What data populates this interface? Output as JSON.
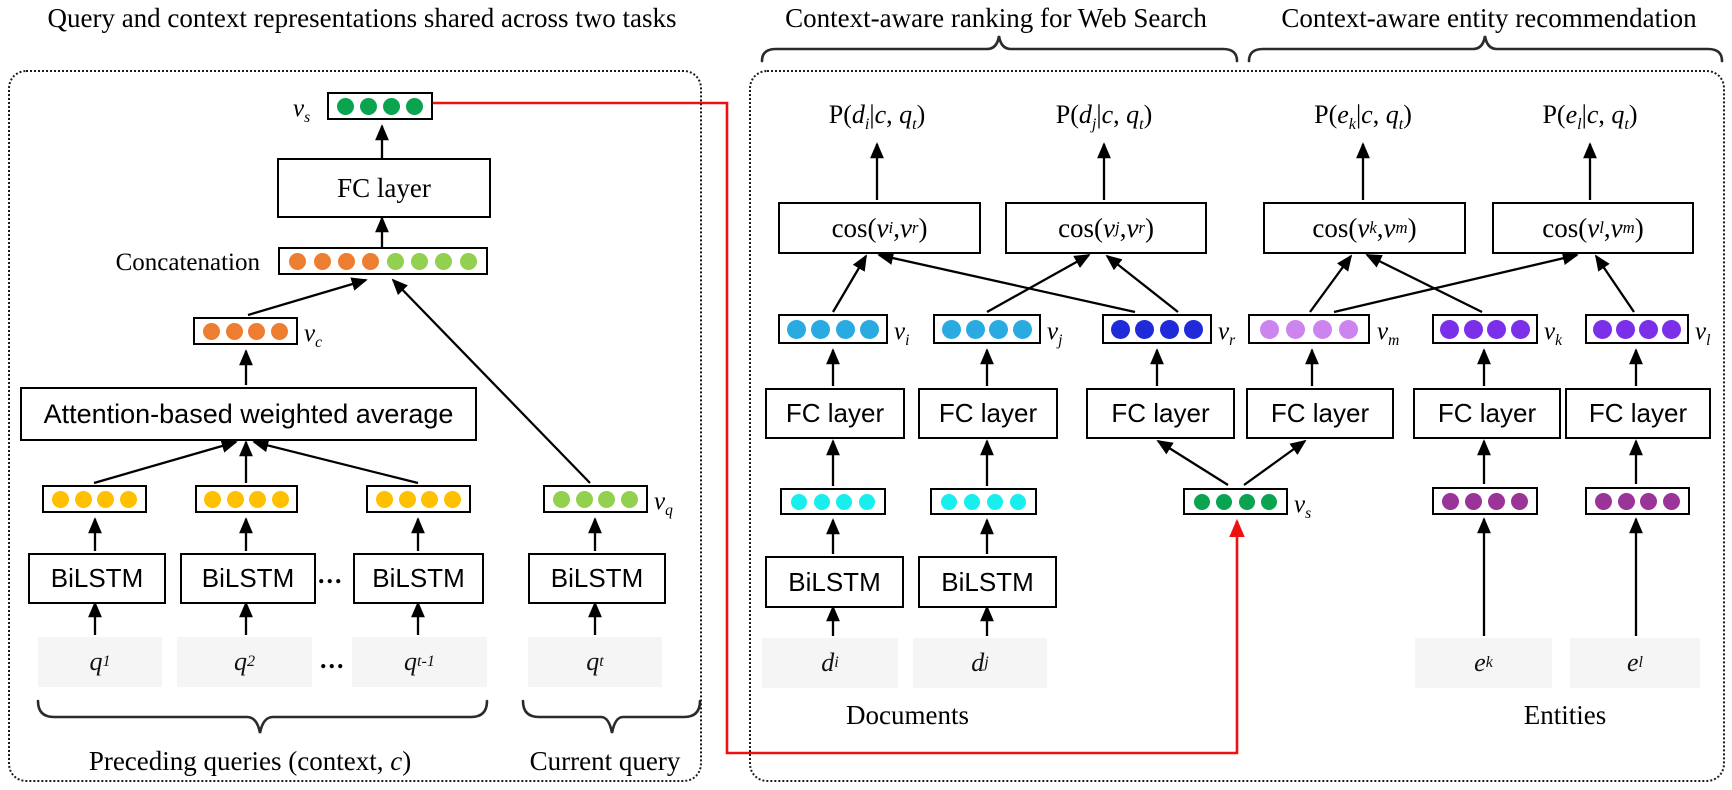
{
  "titles": {
    "left": "Query and context representations shared across two tasks",
    "middle": "Context-aware ranking for Web Search",
    "right": "Context-aware entity recommendation"
  },
  "colors": {
    "dark_green": "#0aa350",
    "orange": "#ED7D31",
    "light_green": "#92D050",
    "yellow": "#FFC000",
    "cyan": "#18EEEE",
    "sky_blue": "#29ABE2",
    "dark_blue": "#1F2BD9",
    "light_orchid": "#CC85EF",
    "violet": "#7B2FE8",
    "purple": "#9A3499",
    "red": "#EE1111",
    "input_gray": "#f5f5f5"
  },
  "left_panel": {
    "vs_label": "*v*_s_",
    "fc_label": "FC layer",
    "concat_label": "Concatenation",
    "vc_label": "*v*_c_",
    "attention_label": "Attention-based weighted average",
    "bilstm_label": "BiLSTM",
    "ellipsis": "...",
    "vq_label": "*v*_q_",
    "inputs": [
      "*q*_1_",
      "*q*_2_",
      "*q*_t-1_",
      "*q*_t_"
    ],
    "preceding_caption": "Preceding queries (context, *c*)",
    "current_caption": "Current query"
  },
  "right_panel": {
    "outputs": [
      "P(*d*_i_|*c*, *q*_t_)",
      "P(*d*_j_|*c*, *q*_t_)",
      "P(*e*_k_|*c*, *q*_t_)",
      "P(*e*_l_|*c*, *q*_t_)"
    ],
    "cos_labels": [
      "cos(*v*_i_ , *v*_r_)",
      "cos(*v*_j_ , *v*_r_)",
      "cos(*v*_k_ , *v*_m_)",
      "cos(*v*_l_ , *v*_m_)"
    ],
    "vector_labels": [
      "*v*_i_",
      "*v*_j_",
      "*v*_r_",
      "*v*_m_",
      "*v*_k_",
      "*v*_l_"
    ],
    "fc_label": "FC layer",
    "bilstm_label": "BiLSTM",
    "vs_label": "*v*_s_",
    "doc_inputs": [
      "*d*_i_",
      "*d*_j_"
    ],
    "entity_inputs": [
      "*e*_k_",
      "*e*_l_"
    ],
    "documents_caption": "Documents",
    "entities_caption": "Entities"
  }
}
